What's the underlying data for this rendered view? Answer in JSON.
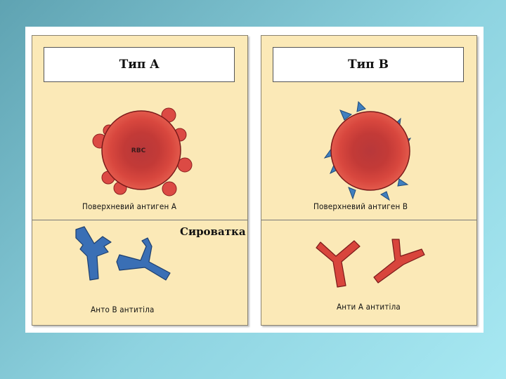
{
  "panels": [
    {
      "title": "Тип A",
      "cell_label": "RBC",
      "antigen_label": "Поверхневий антиген A",
      "serum_label": "Сироватка",
      "antibody_label": "Анто В антитіла",
      "antibody_color": "#3a6fb5"
    },
    {
      "title": "Тип B",
      "antigen_label": "Поверхневий антиген B",
      "antibody_label": "Анти A антитіла",
      "antibody_color": "#d8453c"
    }
  ],
  "colors": {
    "panel_bg": "#fbe9b7",
    "rbc": "#d8423b",
    "antigen_a": "#d8423b",
    "antigen_b": "#3f7fbf",
    "background": "#5fa3b2"
  }
}
